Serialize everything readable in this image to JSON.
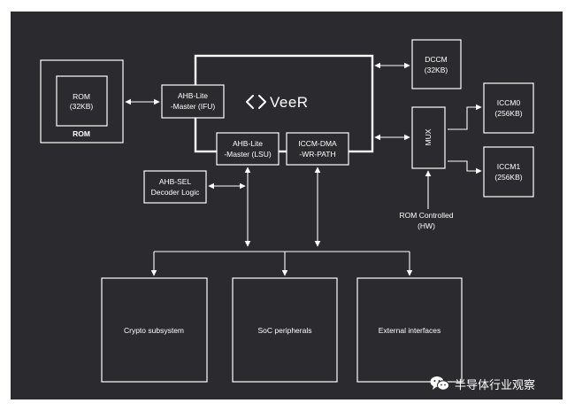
{
  "blocks": {
    "rom_inner": {
      "line1": "ROM",
      "line2": "(32KB)"
    },
    "rom_outer": {
      "label": "ROM"
    },
    "ahb_ifu": {
      "line1": "AHB-Lite",
      "line2": "-Master (IFU)"
    },
    "veer_logo": {
      "text": "VeeR"
    },
    "ahb_lsu": {
      "line1": "AHB-Lite",
      "line2": "-Master (LSU)"
    },
    "iccm_dma": {
      "line1": "ICCM-DMA",
      "line2": "-WR-PATH"
    },
    "dccm": {
      "line1": "DCCM",
      "line2": "(32KB)"
    },
    "mux": {
      "label": "MUX"
    },
    "iccm0": {
      "line1": "ICCM0",
      "line2": "(256KB)"
    },
    "iccm1": {
      "line1": "ICCM1",
      "line2": "(256KB)"
    },
    "ahb_sel": {
      "line1": "AHB-SEL",
      "line2": "Decoder Logic"
    },
    "rom_controlled": {
      "line1": "ROM Controlled",
      "line2": "(HW)"
    },
    "crypto": {
      "label": "Crypto subsystem"
    },
    "soc": {
      "label": "SoC peripherals"
    },
    "external": {
      "label": "External interfaces"
    }
  },
  "watermark": {
    "text": "半导体行业观察",
    "icon": "wechat-icon"
  },
  "colors": {
    "panel": "#2b2a2e",
    "line": "#ffffff",
    "page": "#ffffff"
  }
}
